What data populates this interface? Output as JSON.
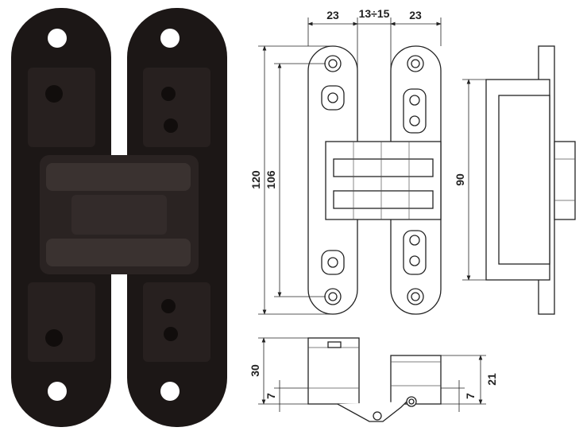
{
  "title": "Concealed 3D hinge with dimensions",
  "dimensions": {
    "leaf_width_left": "23",
    "gap": "13÷15",
    "leaf_width_right": "23",
    "overall_length": "120",
    "hole_spacing": "106",
    "body_length": "90",
    "depth_left": "30",
    "offset_left": "7",
    "depth_right": "21",
    "offset_right": "7"
  },
  "colors": {
    "hinge": "#1c1716",
    "hinge_highlight": "#3a3230",
    "line": "#222222"
  }
}
